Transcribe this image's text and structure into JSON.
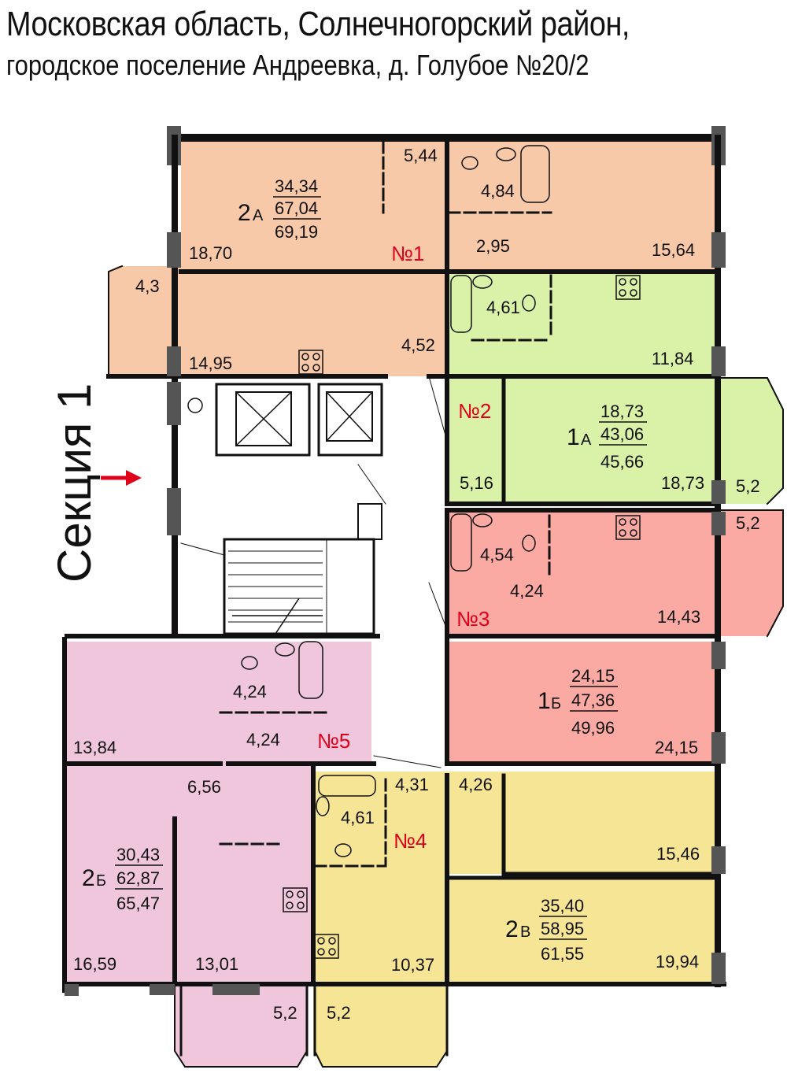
{
  "header": {
    "line1": "Московская область, Солнечногорский район,",
    "line2": "городское поселение Андреевка, д. Голубое №20/2"
  },
  "section": {
    "label": "Секция 1"
  },
  "colors": {
    "apt1": "#f8c9a8",
    "apt2": "#d9f2a8",
    "apt3": "#fba9a3",
    "apt4": "#f7e596",
    "apt5": "#efc6dc",
    "wall": "#111111",
    "arrow": "#e0001a",
    "number": "#e0001a"
  },
  "apartments": [
    {
      "number": "№1",
      "type": "2",
      "sub": "А",
      "living": "34,34",
      "total": "67,04",
      "total_balcony": "69,19",
      "rooms": [
        "5,44",
        "4,84",
        "18,70",
        "2,95",
        "15,64",
        "4,3",
        "4,52",
        "14,95"
      ]
    },
    {
      "number": "№2",
      "type": "1",
      "sub": "А",
      "living": "18,73",
      "total": "43,06",
      "total_balcony": "45,66",
      "rooms": [
        "4,61",
        "11,84",
        "5,16",
        "18,73",
        "5,2"
      ]
    },
    {
      "number": "№3",
      "type": "1",
      "sub": "Б",
      "living": "24,15",
      "total": "47,36",
      "total_balcony": "49,96",
      "rooms": [
        "5,2",
        "4,54",
        "4,24",
        "14,43",
        "24,15"
      ]
    },
    {
      "number": "№4",
      "type": "2",
      "sub": "В",
      "living": "35,40",
      "total": "58,95",
      "total_balcony": "61,55",
      "rooms": [
        "4,31",
        "4,26",
        "4,61",
        "15,46",
        "10,37",
        "19,94",
        "5,2"
      ]
    },
    {
      "number": "№5",
      "type": "2",
      "sub": "Б",
      "living": "30,43",
      "total": "62,87",
      "total_balcony": "65,47",
      "rooms": [
        "4,24",
        "13,84",
        "4,24",
        "6,56",
        "16,59",
        "13,01",
        "5,2"
      ]
    }
  ]
}
